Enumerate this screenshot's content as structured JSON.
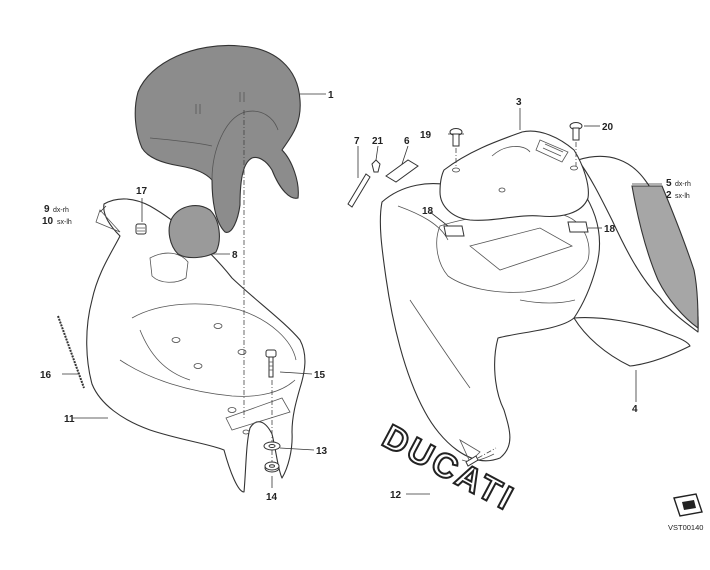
{
  "labels": {
    "p1": "1",
    "p2": "2",
    "p2_side": "sx-lh",
    "p3": "3",
    "p4": "4",
    "p5": "5",
    "p5_side": "dx-rh",
    "p6": "6",
    "p7": "7",
    "p8": "8",
    "p9": "9",
    "p9_side": "dx-rh",
    "p10": "10",
    "p10_side": "sx-lh",
    "p11": "11",
    "p12": "12",
    "p13": "13",
    "p14": "14",
    "p15": "15",
    "p16": "16",
    "p17": "17",
    "p18a": "18",
    "p18b": "18",
    "p19": "19",
    "p20": "20",
    "p21": "21"
  },
  "logo_text": "DUCATI",
  "drawing_code": "VST00140",
  "colors": {
    "windscreen": "#8c8c8c",
    "line": "#333333"
  }
}
